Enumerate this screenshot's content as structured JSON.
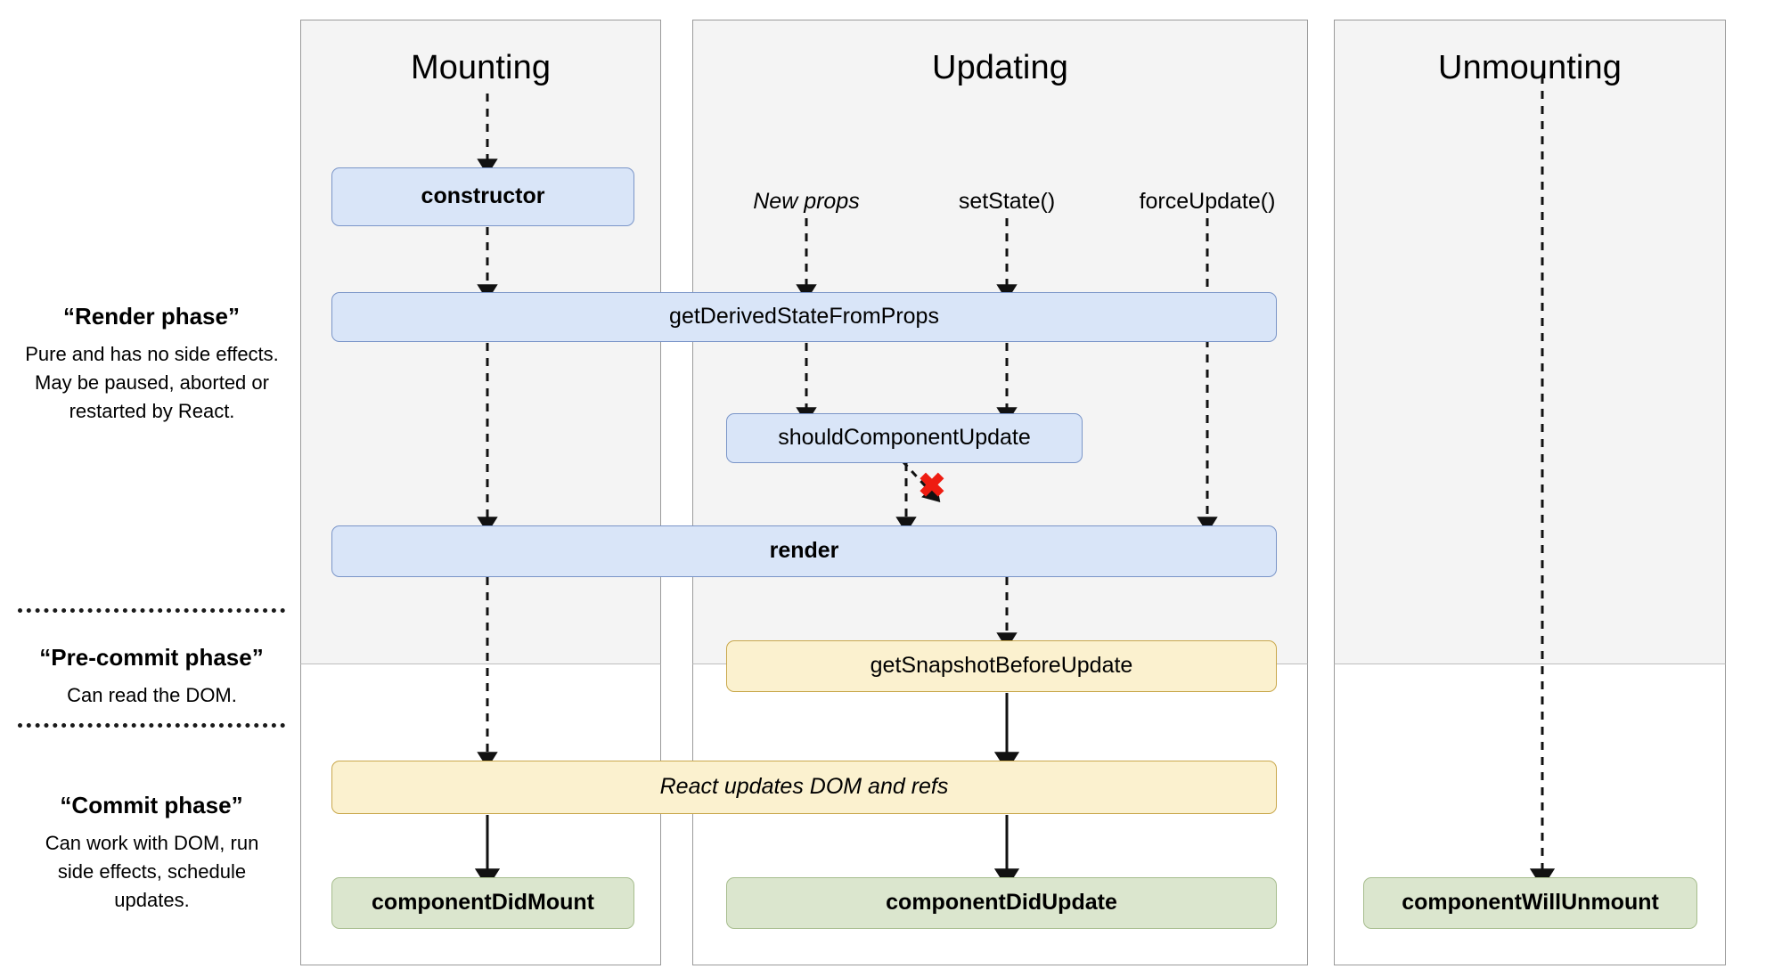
{
  "columns": [
    {
      "key": "mounting",
      "title": "Mounting"
    },
    {
      "key": "updating",
      "title": "Updating"
    },
    {
      "key": "unmounting",
      "title": "Unmounting"
    }
  ],
  "legend": [
    {
      "title": "“Render phase”",
      "body": "Pure and has no side effects. May be paused, aborted or restarted by React."
    },
    {
      "title": "“Pre-commit phase”",
      "body": "Can read the DOM."
    },
    {
      "title": "“Commit phase”",
      "body": "Can work with DOM, run side effects, schedule updates."
    }
  ],
  "triggers": [
    {
      "key": "new_props",
      "label": "New props",
      "style": "italic"
    },
    {
      "key": "set_state",
      "label": "setState()",
      "style": "normal"
    },
    {
      "key": "force_update",
      "label": "forceUpdate()",
      "style": "normal"
    }
  ],
  "boxes": {
    "constructor": "constructor",
    "get_derived_state": "getDerivedStateFromProps",
    "should_component_update": "shouldComponentUpdate",
    "render": "render",
    "get_snapshot_before_update": "getSnapshotBeforeUpdate",
    "react_updates_dom": "React updates DOM and refs",
    "component_did_mount": "componentDidMount",
    "component_did_update": "componentDidUpdate",
    "component_will_unmount": "componentWillUnmount"
  },
  "markers": {
    "abort_x": "✖"
  },
  "colors": {
    "blue_fill": "#d9e5f8",
    "blue_border": "#7a95c8",
    "cream_fill": "#fbf1cf",
    "cream_border": "#c9a84c",
    "green_fill": "#dbe6ce",
    "green_border": "#a7bd8e",
    "panel_grey": "#f4f4f4",
    "panel_border": "#9a9a9a",
    "abort_red": "#ee1c11"
  }
}
